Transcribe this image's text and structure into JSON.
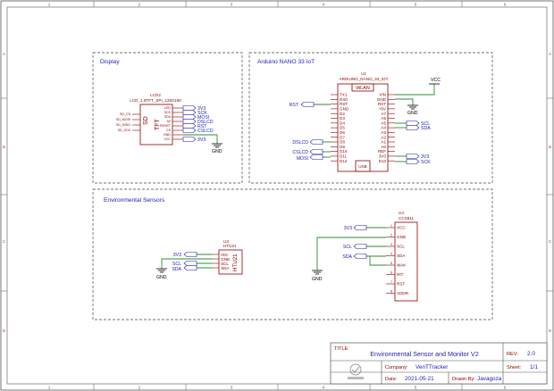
{
  "frame": {
    "columns": [
      "1",
      "2",
      "3",
      "4",
      "5",
      "6"
    ],
    "rows": [
      "A",
      "B",
      "C",
      "D"
    ]
  },
  "sections": {
    "display": "Display",
    "arduino": "Arduino NANO 33 IoT",
    "sensors": "Environmental Sensors"
  },
  "lcd": {
    "ref": "LCD2",
    "part": "LCD_1.8TFT_SPI_128X160",
    "body_labels": [
      "SD",
      "TFT"
    ],
    "left_pins": [
      "SD_CS",
      "SD_MOSI",
      "SD_MISO",
      "SD_SCK"
    ],
    "right_pins": [
      "LED",
      "SCK",
      "SDA",
      "A0",
      "RESET",
      "CS",
      "GND",
      "VCC"
    ],
    "nets": [
      "3V3",
      "SCK",
      "MOSI",
      "DSLCD",
      "RST",
      "CSLCD",
      "3V3"
    ],
    "gnd": "GND"
  },
  "mcu": {
    "ref": "U1",
    "part": "ARDUINO_NANO_33_IOT",
    "wlan": "WLAN",
    "usb": "USB",
    "left_pins": [
      "TX1",
      "RX0",
      "RST",
      "GND",
      "D2",
      "D3",
      "D4",
      "D5",
      "D6",
      "D7",
      "D8",
      "D9",
      "D10",
      "D11",
      "D12"
    ],
    "right_pins": [
      "VIN",
      "GND",
      "RST",
      "+5V",
      "A7",
      "A6",
      "A5",
      "A4",
      "A3",
      "A2",
      "A1",
      "A0",
      "REF",
      "3V3",
      "D13"
    ],
    "left_nets": [
      "RST",
      "DSLCD",
      "CSLCD",
      "MOSI"
    ],
    "right_nets": [
      "SCL",
      "SDA",
      "3V3",
      "SCK"
    ],
    "vcc": "VCC",
    "gnd": "GND"
  },
  "htu": {
    "ref": "U3",
    "part": "HTU21",
    "body_label": "HTU21",
    "pins": [
      "VIN",
      "GND",
      "SCL",
      "SDA"
    ],
    "nets": [
      "3V3",
      "SCL",
      "SDA"
    ],
    "gnd": "GND"
  },
  "ccs": {
    "ref": "U4",
    "part": "CCS811",
    "pins": [
      "VCC",
      "GND",
      "SCL",
      "SDA",
      "WAK",
      "INT",
      "RST",
      "ADDR"
    ],
    "pin_numbers": [
      "1",
      "2",
      "3",
      "4",
      "5",
      "6",
      "7",
      "8"
    ],
    "nets": [
      "3V3",
      "SCL",
      "SDA"
    ],
    "gnd": "GND"
  },
  "title_block": {
    "title_label": "TITLE:",
    "title": "Environmental Sensor and Monitor V2",
    "rev_label": "REV:",
    "rev": "2.0",
    "company_label": "Company:",
    "company": "VenTTracker",
    "sheet_label": "Sheet:",
    "sheet": "1/1",
    "date_label": "Date:",
    "date": "2021-05-21",
    "drawn_label": "Drawn By:",
    "drawn": "Javagoza"
  },
  "colors": {
    "wire": "#2e8b2e",
    "component": "#8a0000",
    "net_label": "#1b1bb8",
    "frame": "#444444"
  }
}
